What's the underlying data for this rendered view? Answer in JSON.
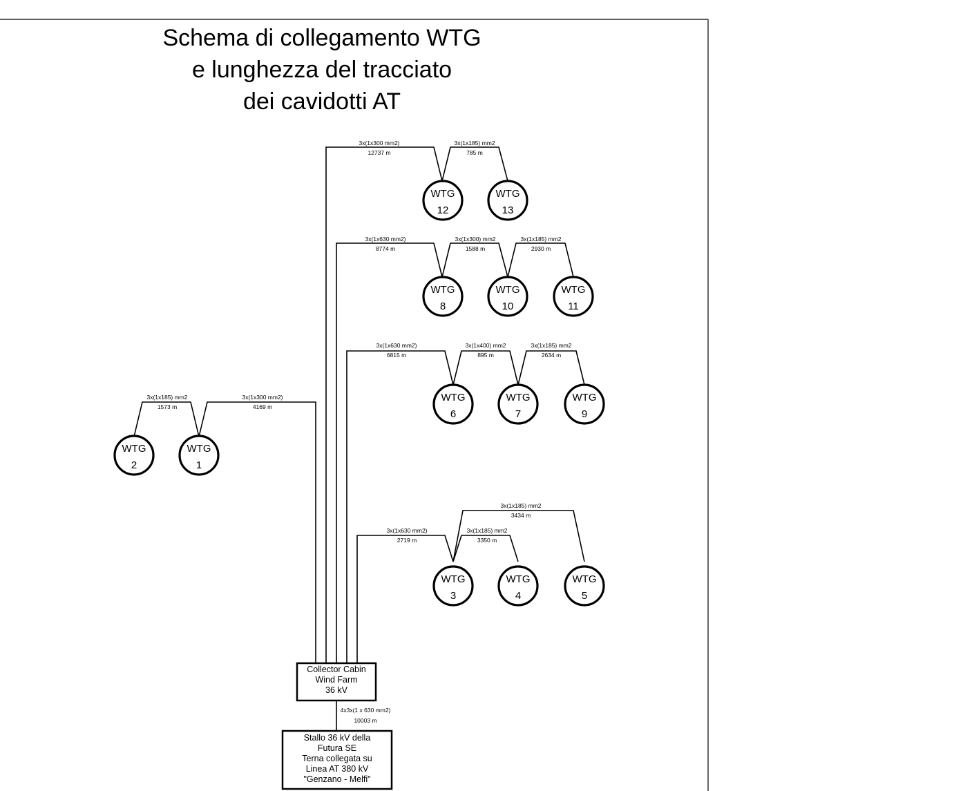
{
  "title": [
    "Schema di collegamento WTG",
    "e lunghezza del tracciato",
    "dei cavidotti AT"
  ],
  "collector_cabin": {
    "lines": [
      "Collector Cabin",
      "Wind Farm",
      "36 kV"
    ]
  },
  "substation": {
    "lines": [
      "Stallo 36 kV della",
      "Futura SE",
      "Terna collegata su",
      "Linea AT 380 kV",
      "\"Genzano - Melfi\""
    ]
  },
  "wtg_label": "WTG",
  "turbines": [
    "1",
    "2",
    "3",
    "4",
    "5",
    "6",
    "7",
    "8",
    "9",
    "10",
    "11",
    "12",
    "13"
  ],
  "cables": [
    {
      "id": "cab-12",
      "spec": "3x(1x300 mm2)",
      "length": "12737 m"
    },
    {
      "id": "12-13",
      "spec": "3x(1x185) mm2",
      "length": "785 m"
    },
    {
      "id": "cab-8",
      "spec": "3x(1x630 mm2)",
      "length": "8774 m"
    },
    {
      "id": "8-10",
      "spec": "3x(1x300) mm2",
      "length": "1588 m"
    },
    {
      "id": "10-11",
      "spec": "3x(1x185) mm2",
      "length": "2930 m"
    },
    {
      "id": "cab-6",
      "spec": "3x(1x630 mm2)",
      "length": "6815 m"
    },
    {
      "id": "6-7",
      "spec": "3x(1x400) mm2",
      "length": "895 m"
    },
    {
      "id": "7-9",
      "spec": "3x(1x185) mm2",
      "length": "2634 m"
    },
    {
      "id": "2-1",
      "spec": "3x(1x185) mm2",
      "length": "1573 m"
    },
    {
      "id": "cab-1",
      "spec": "3x(1x300 mm2)",
      "length": "4169 m"
    },
    {
      "id": "3-5",
      "spec": "3x(1x185) mm2",
      "length": "3434 m"
    },
    {
      "id": "cab-3",
      "spec": "3x(1x630 mm2)",
      "length": "2719 m"
    },
    {
      "id": "3-4",
      "spec": "3x(1x185) mm2",
      "length": "3350 m"
    },
    {
      "id": "cab-se",
      "spec": "4x3x(1 x 630 mm2)",
      "length": "10003 m"
    }
  ]
}
